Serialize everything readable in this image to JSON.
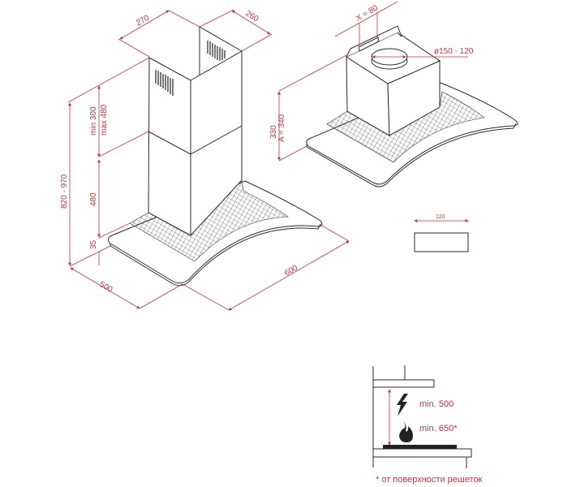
{
  "colors": {
    "dimension": "#c8323c",
    "outline": "#2a2a2a"
  },
  "chimney_hood": {
    "dims": {
      "top_width": "270",
      "top_depth": "260",
      "total_height": "820 - 970",
      "upper_min": "min 300",
      "upper_max": "max 480",
      "lower_height": "480",
      "glass_height": "35",
      "depth": "500",
      "width": "600"
    }
  },
  "island_hood": {
    "dims": {
      "x_offset": "X = 80",
      "duct_diameter": "ø150 - 120",
      "height_330": "330",
      "height_a": "A = 340"
    }
  },
  "side_profile": {
    "width": "120"
  },
  "clearance": {
    "electric": "min. 500",
    "gas": "min. 650*",
    "footnote": "* от поверхности решеток"
  }
}
